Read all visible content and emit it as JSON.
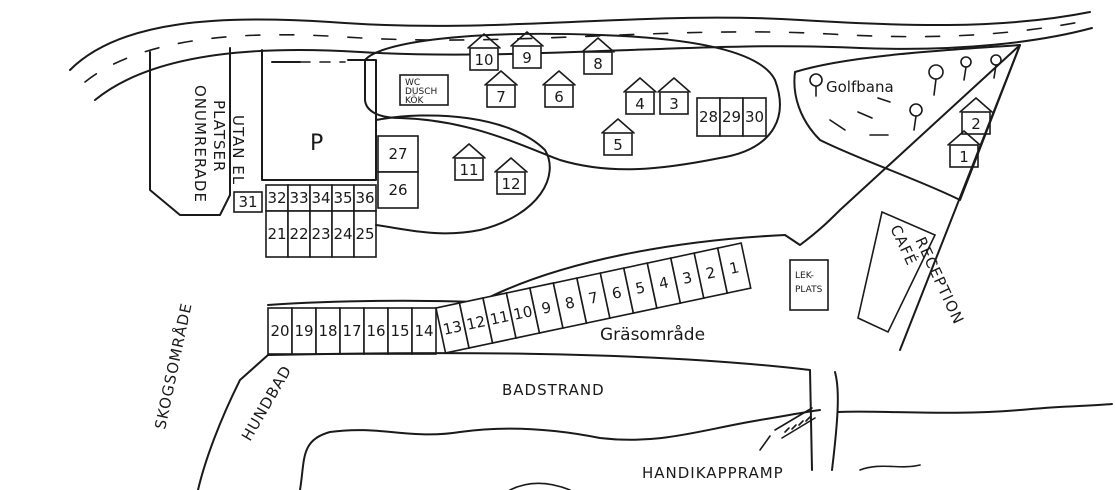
{
  "labels": {
    "onumrerade": "ONUMRERADE",
    "platser": "PLATSER",
    "utan_el": "UTAN EL",
    "parking": "P",
    "wc1": "WC",
    "wc2": "DUSCH",
    "wc3": "KÖK",
    "golfbana": "Golfbana",
    "reception": "RECEPTION",
    "cafe": "CAFÉ",
    "lek": "LEK-",
    "platser_lek": "PLATS",
    "grasomrade": "Gräsområde",
    "badstrand": "BADSTRAND",
    "skogsomrade": "SKOGSOMRÅDE",
    "hundbad": "HUNDBAD",
    "handikappramp": "HANDIKAPPRAMP"
  },
  "cabins": [
    {
      "id": "10",
      "label": "10"
    },
    {
      "id": "9",
      "label": "9"
    },
    {
      "id": "8",
      "label": "8"
    },
    {
      "id": "7",
      "label": "7"
    },
    {
      "id": "6",
      "label": "6"
    },
    {
      "id": "4",
      "label": "4"
    },
    {
      "id": "3",
      "label": "3"
    },
    {
      "id": "5",
      "label": "5"
    },
    {
      "id": "11",
      "label": "11"
    },
    {
      "id": "12",
      "label": "12"
    },
    {
      "id": "2",
      "label": "2"
    },
    {
      "id": "1",
      "label": "1"
    }
  ],
  "top_block": [
    "28",
    "29",
    "30"
  ],
  "left_grid_top": [
    "31",
    "32",
    "33",
    "34",
    "35",
    "36"
  ],
  "left_grid_bottom": [
    "21",
    "22",
    "23",
    "24",
    "25"
  ],
  "side_sites": [
    "27",
    "26"
  ],
  "lower_row": [
    "20",
    "19",
    "18",
    "17",
    "16",
    "15",
    "14",
    "13",
    "12",
    "11",
    "10",
    "9",
    "8",
    "7",
    "6",
    "5",
    "4",
    "3",
    "2",
    "1"
  ]
}
